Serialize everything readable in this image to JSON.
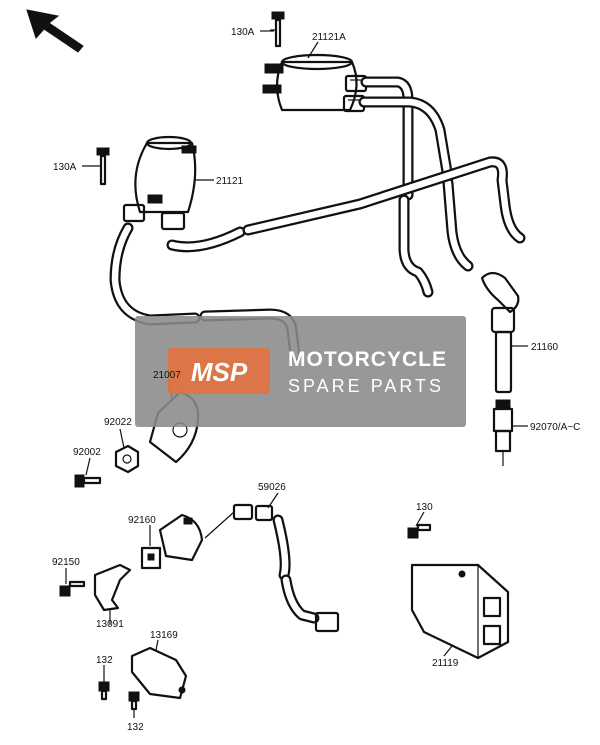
{
  "watermark": {
    "logo": "MSP",
    "title": "MOTORCYCLE",
    "subtitle": "SPARE PARTS",
    "colors": {
      "background": "#8a8a8a",
      "logo": "#e8703a"
    }
  },
  "diagram": {
    "orientation_icon": "arrow-up-left-icon",
    "labels": {
      "bolt_top": "130A",
      "coil_top": "21121A",
      "bolt_left": "130A",
      "coil_left": "21121",
      "plug_cap": "21160",
      "spark_plug": "92070/A~C",
      "plate": "21007",
      "nut": "92022",
      "bolt_plate": "92002",
      "wire_lead": "59026",
      "pickup": "92160",
      "screw_bracket": "92150",
      "bracket": "13091",
      "bolt_igniter": "130",
      "igniter": "21119",
      "bracket_lower": "13169",
      "bolt_low1": "132",
      "bolt_low2": "132"
    }
  }
}
